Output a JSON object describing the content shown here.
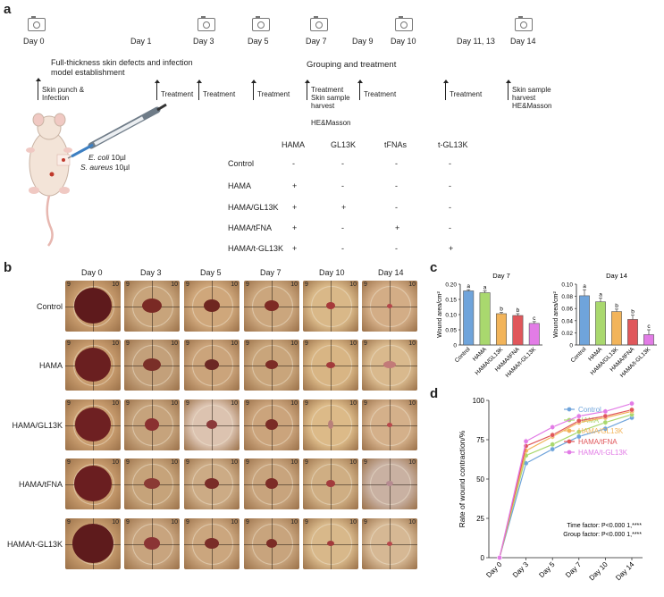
{
  "panel_a": {
    "letter": "a",
    "timeline": [
      {
        "day": "Day 0",
        "camera": true
      },
      {
        "day": "Day 1",
        "camera": false
      },
      {
        "day": "Day 3",
        "camera": true
      },
      {
        "day": "Day 5",
        "camera": true
      },
      {
        "day": "Day 7",
        "camera": true
      },
      {
        "day": "Day 9",
        "camera": false
      },
      {
        "day": "Day 10",
        "camera": true
      },
      {
        "day": "Day 11, 13",
        "camera": false
      },
      {
        "day": "Day 14",
        "camera": true
      }
    ],
    "phase1": "Full-thickness skin defects and infection model establishment",
    "phase2": "Grouping and treatment",
    "steps": {
      "day0": "Skin punch & Infection",
      "day1": "Treatment",
      "day3": "Treatment",
      "day5": "Treatment",
      "day7": "Treatment Skin sample harvest",
      "day7b": "HE&Masson",
      "day10": "Treatment",
      "day11": "Treatment",
      "day14": "Skin sample harvest HE&Masson"
    },
    "bacteria": {
      "ecoli": "E. coli",
      "ecoli_dose": "10µl",
      "saureus": "S. aureus",
      "saureus_dose": "10µl"
    },
    "table": {
      "columns": [
        "HAMA",
        "GL13K",
        "tFNAs",
        "t-GL13K"
      ],
      "rows": [
        {
          "name": "Control",
          "cells": [
            "-",
            "-",
            "-",
            "-"
          ]
        },
        {
          "name": "HAMA",
          "cells": [
            "+",
            "-",
            "-",
            "-"
          ]
        },
        {
          "name": "HAMA/GL13K",
          "cells": [
            "+",
            "+",
            "-",
            "-"
          ]
        },
        {
          "name": "HAMA/tFNA",
          "cells": [
            "+",
            "-",
            "+",
            "-"
          ]
        },
        {
          "name": "HAMA/t-GL13K",
          "cells": [
            "+",
            "-",
            "-",
            "+"
          ]
        }
      ]
    }
  },
  "panel_b": {
    "letter": "b",
    "days": [
      "Day 0",
      "Day 3",
      "Day 5",
      "Day 7",
      "Day 10",
      "Day 14"
    ],
    "groups": [
      "Control",
      "HAMA",
      "HAMA/GL13K",
      "HAMA/tFNA",
      "HAMA/t-GL13K"
    ],
    "ruler_left": "9",
    "ruler_right": "10"
  },
  "panel_c": {
    "letter": "c"
  },
  "panel_d": {
    "letter": "d"
  },
  "chart_data": [
    {
      "type": "bar",
      "title": "Day 7",
      "ylabel": "Wound area/cm²",
      "categories": [
        "Control",
        "HAMA",
        "HAMA/GL13K",
        "HAMA/tFNA",
        "HAMA/t-GL13K"
      ],
      "values": [
        0.178,
        0.172,
        0.103,
        0.097,
        0.071
      ],
      "errors": [
        0.004,
        0.006,
        0.004,
        0.006,
        0.006
      ],
      "letters": [
        "a",
        "a",
        "b",
        "b",
        "c"
      ],
      "ylim": [
        0,
        0.2
      ],
      "yticks": [
        "0",
        "0.05",
        "0.10",
        "0.15",
        "0.20"
      ],
      "colors": [
        "#6fa4db",
        "#a9d86e",
        "#f2b45a",
        "#e0575b",
        "#e27ce6"
      ]
    },
    {
      "type": "bar",
      "title": "Day 14",
      "ylabel": "Wound area/cm²",
      "categories": [
        "Control",
        "HAMA",
        "HAMA/GL13K",
        "HAMA/tFNA",
        "HAMA/t-GL13K"
      ],
      "values": [
        0.081,
        0.071,
        0.055,
        0.042,
        0.017
      ],
      "errors": [
        0.01,
        0.006,
        0.004,
        0.007,
        0.008
      ],
      "letters": [
        "a",
        "a",
        "b",
        "b",
        "c"
      ],
      "ylim": [
        0,
        0.1
      ],
      "yticks": [
        "0",
        "0.02",
        "0.04",
        "0.06",
        "0.08",
        "0.10"
      ],
      "colors": [
        "#6fa4db",
        "#a9d86e",
        "#f2b45a",
        "#e0575b",
        "#e27ce6"
      ]
    },
    {
      "type": "line",
      "ylabel": "Rate of wound contraction/%",
      "x": [
        "Day 0",
        "Day 3",
        "Day 5",
        "Day 7",
        "Day 10",
        "Day 14"
      ],
      "ylim": [
        0,
        100
      ],
      "yticks": [
        "0",
        "25",
        "50",
        "75",
        "100"
      ],
      "series": [
        {
          "name": "Control",
          "values": [
            0,
            60,
            69,
            77,
            82,
            89
          ],
          "color": "#6fa4db"
        },
        {
          "name": "HAMA",
          "values": [
            0,
            65,
            72,
            80,
            86,
            91
          ],
          "color": "#a9d86e"
        },
        {
          "name": "HAMA/GL13K",
          "values": [
            0,
            68,
            77,
            86,
            89,
            93
          ],
          "color": "#f2b45a"
        },
        {
          "name": "HAMA/tFNA",
          "values": [
            0,
            71,
            78,
            87,
            90,
            94
          ],
          "color": "#e0575b"
        },
        {
          "name": "HAMA/t-GL13K",
          "values": [
            0,
            74,
            83,
            90,
            93,
            98
          ],
          "color": "#e27ce6"
        }
      ],
      "annotation1": "Time factor: P<0.000 1,****",
      "annotation2": "Group factor: P<0.000 1,****"
    }
  ]
}
